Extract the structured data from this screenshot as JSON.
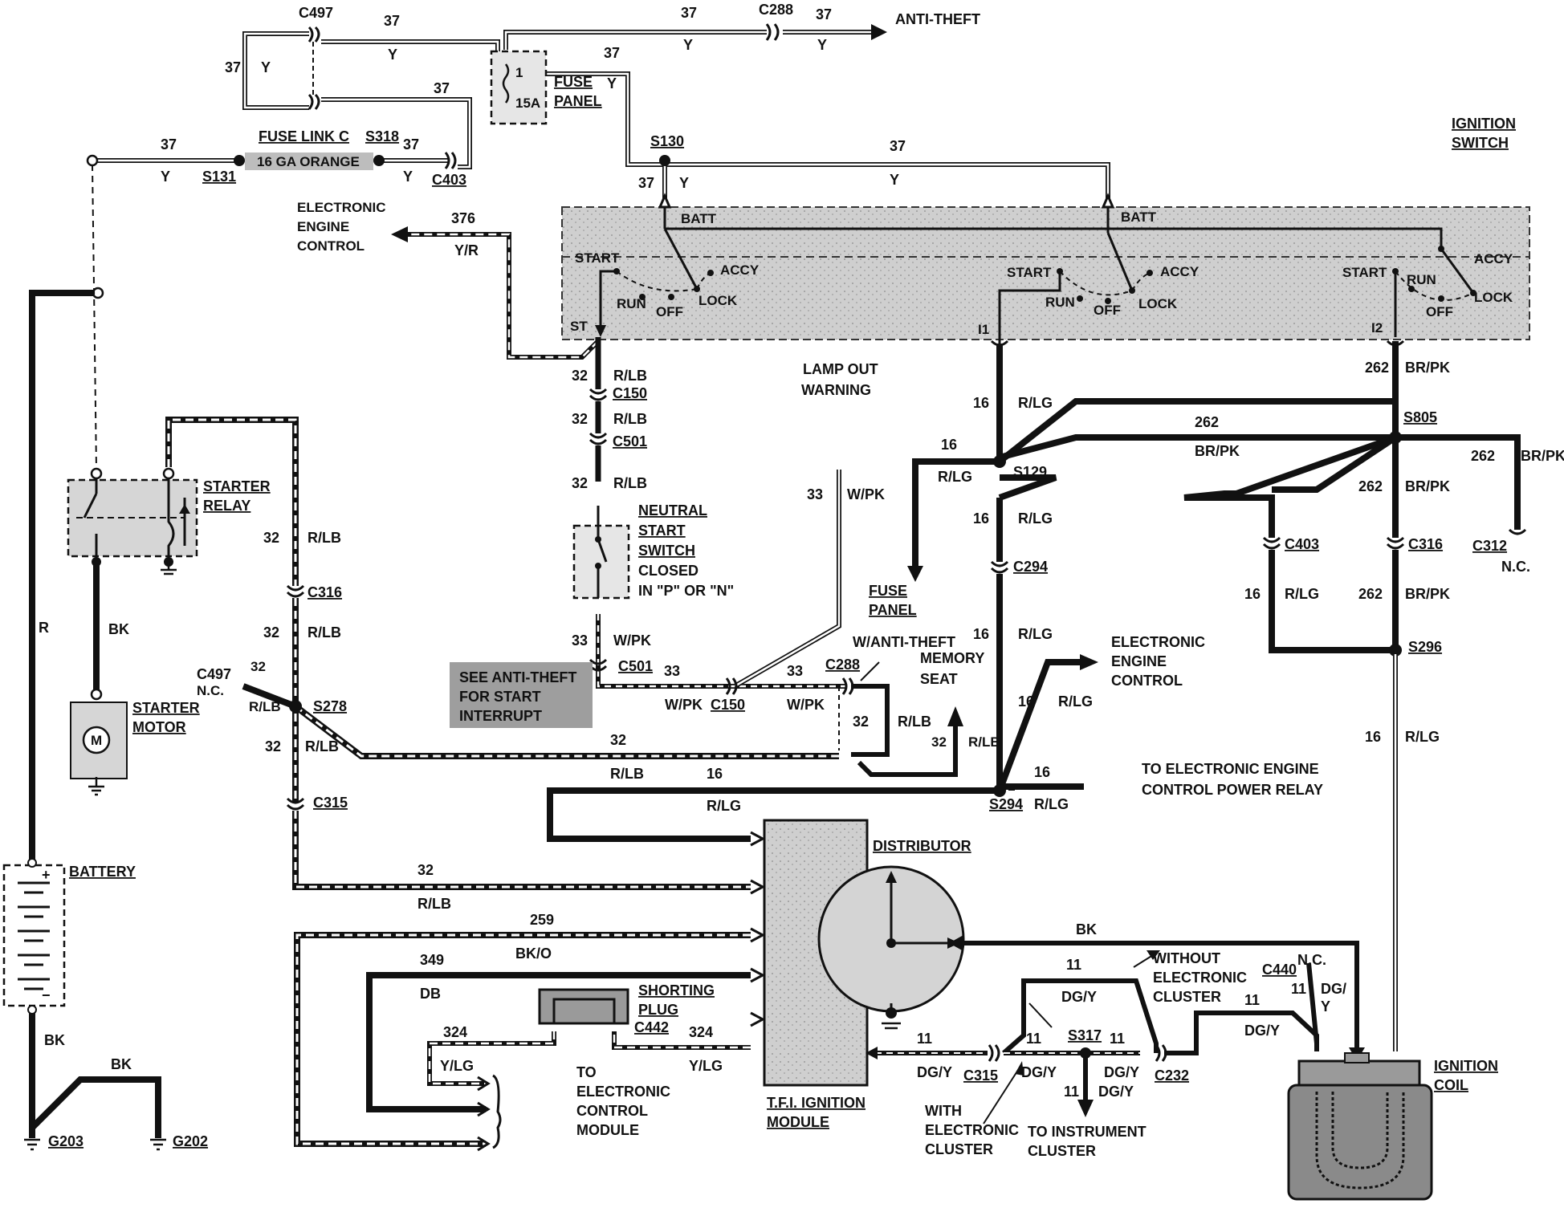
{
  "wires": {
    "c37": "37",
    "c376": "376",
    "c32": "32",
    "c33": "33",
    "c16": "16",
    "c262": "262",
    "c259": "259",
    "c349": "349",
    "c324": "324",
    "c11": "11",
    "y": "Y",
    "yr": "Y/R",
    "rlb": "R/LB",
    "wpk": "W/PK",
    "rlg": "R/LG",
    "brpk": "BR/PK",
    "bko": "BK/O",
    "db": "DB",
    "ylg": "Y/LG",
    "dgy": "DG/Y",
    "dgy_split": "DG/",
    "r": "R",
    "bk": "BK",
    "orange16": "16 GA ORANGE"
  },
  "labels": {
    "anti_theft": "ANTI-THEFT",
    "fuse": "FUSE",
    "panel": "PANEL",
    "fuse_15a": "15A",
    "fuse_1": "1",
    "fuse_link_c": "FUSE LINK C",
    "ignition": "IGNITION",
    "switch": "SWITCH",
    "electronic": "ELECTRONIC",
    "engine": "ENGINE",
    "control": "CONTROL",
    "batt": "BATT",
    "start": "START",
    "run": "RUN",
    "off": "OFF",
    "lock": "LOCK",
    "accy": "ACCY",
    "st": "ST",
    "i1": "I1",
    "i2": "I2",
    "lamp_out": "LAMP OUT",
    "warning": "WARNING",
    "starter": "STARTER",
    "relay": "RELAY",
    "motor": "MOTOR",
    "neutral": "NEUTRAL",
    "start_word": "START",
    "switch_word": "SWITCH",
    "closed": "CLOSED",
    "in_p_n": "IN \"P\" OR \"N\"",
    "w_anti_theft": "W/ANTI-THEFT",
    "memory": "MEMORY",
    "seat": "SEAT",
    "see_anti_1": "SEE ANTI-THEFT",
    "see_anti_2": "FOR START",
    "see_anti_3": "INTERRUPT",
    "nc": "N.C.",
    "to_eecpr_1": "TO ELECTRONIC ENGINE",
    "to_eecpr_2": "CONTROL POWER RELAY",
    "distributor": "DISTRIBUTOR",
    "battery": "BATTERY",
    "plus": "+",
    "minus": "−",
    "shorting": "SHORTING",
    "plug": "PLUG",
    "to": "TO",
    "control_word": "CONTROL",
    "module": "MODULE",
    "tfi_1": "T.F.I. IGNITION",
    "tfi_2": "MODULE",
    "without": "WITHOUT",
    "cluster": "CLUSTER",
    "with": "WITH",
    "to_instrument": "TO INSTRUMENT",
    "coil": "COIL",
    "ignition_word": "IGNITION",
    "motor_m": "M"
  },
  "connectors": {
    "c497": "C497",
    "c288": "C288",
    "s318": "S318",
    "s131": "S131",
    "c403": "C403",
    "s130": "S130",
    "c150": "C150",
    "c501": "C501",
    "s805": "S805",
    "s129": "S129",
    "c316": "C316",
    "c312": "C312",
    "c294": "C294",
    "s296": "S296",
    "s278": "S278",
    "c315": "C315",
    "s294": "S294",
    "c442": "C442",
    "c232": "C232",
    "s317": "S317",
    "c440": "C440",
    "g203": "G203",
    "g202": "G202"
  },
  "colors": {
    "wire": "#111111",
    "panel_fill": "#c9c9c9",
    "shade": "#9a9a9a"
  }
}
